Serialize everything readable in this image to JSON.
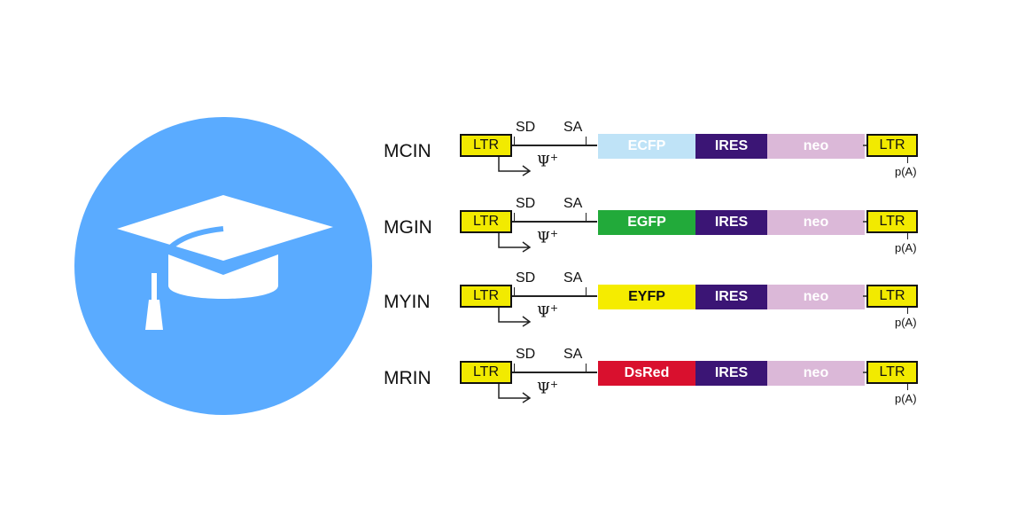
{
  "logo": {
    "icon": "graduation-cap-icon",
    "circle_color": "#5aabff",
    "cap_color": "#ffffff"
  },
  "constructs": [
    {
      "name": "MCIN",
      "sd_label": "SD",
      "sa_label": "SA",
      "packaging_symbol": "Ψ",
      "packaging_sup": "+",
      "ltr_left": "LTR",
      "ltr_right": "LTR",
      "reporter": {
        "label": "ECFP",
        "color": "#bfe3f7",
        "text_color": "#ffffff"
      },
      "ires": {
        "label": "IRES",
        "color": "#3b1575",
        "text_color": "#ffffff"
      },
      "neo": {
        "label": "neo",
        "color": "#dbb8d8",
        "text_color": "#ffffff"
      },
      "polya": "p(A)"
    },
    {
      "name": "MGIN",
      "sd_label": "SD",
      "sa_label": "SA",
      "packaging_symbol": "Ψ",
      "packaging_sup": "+",
      "ltr_left": "LTR",
      "ltr_right": "LTR",
      "reporter": {
        "label": "EGFP",
        "color": "#22aa3a",
        "text_color": "#ffffff"
      },
      "ires": {
        "label": "IRES",
        "color": "#3b1575",
        "text_color": "#ffffff"
      },
      "neo": {
        "label": "neo",
        "color": "#dbb8d8",
        "text_color": "#ffffff"
      },
      "polya": "p(A)"
    },
    {
      "name": "MYIN",
      "sd_label": "SD",
      "sa_label": "SA",
      "packaging_symbol": "Ψ",
      "packaging_sup": "+",
      "ltr_left": "LTR",
      "ltr_right": "LTR",
      "reporter": {
        "label": "EYFP",
        "color": "#f5ec00",
        "text_color": "#111111"
      },
      "ires": {
        "label": "IRES",
        "color": "#3b1575",
        "text_color": "#ffffff"
      },
      "neo": {
        "label": "neo",
        "color": "#dbb8d8",
        "text_color": "#ffffff"
      },
      "polya": "p(A)"
    },
    {
      "name": "MRIN",
      "sd_label": "SD",
      "sa_label": "SA",
      "packaging_symbol": "Ψ",
      "packaging_sup": "+",
      "ltr_left": "LTR",
      "ltr_right": "LTR",
      "reporter": {
        "label": "DsRed",
        "color": "#d9102e",
        "text_color": "#ffffff"
      },
      "ires": {
        "label": "IRES",
        "color": "#3b1575",
        "text_color": "#ffffff"
      },
      "neo": {
        "label": "neo",
        "color": "#dbb8d8",
        "text_color": "#ffffff"
      },
      "polya": "p(A)"
    }
  ]
}
